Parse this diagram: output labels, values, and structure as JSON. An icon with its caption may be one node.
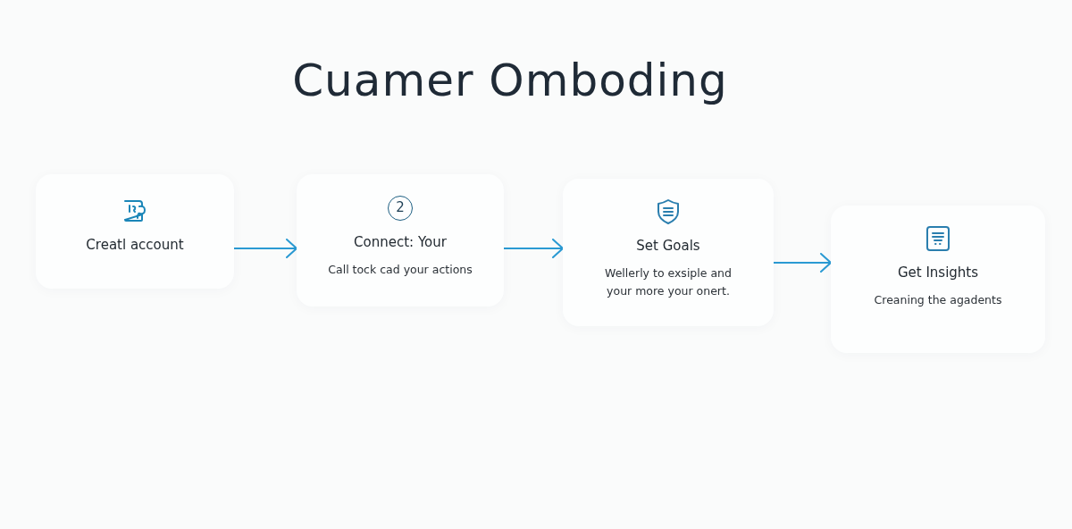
{
  "diagram": {
    "title": "Cuamer Omboding",
    "nodes": [
      {
        "text": [
          "Creatl account"
        ]
      },
      {
        "text": [
          "2",
          "Connect: Your",
          "Call tock cad your actions"
        ]
      },
      {
        "text": [
          "Set Goals",
          "Wellerly to exsiple and your more your onert."
        ]
      },
      {
        "text": [
          "Get Insights",
          "Creaning the agadents"
        ]
      }
    ],
    "edges": [
      {
        "from": 0,
        "to": 1,
        "arrow": "to"
      },
      {
        "from": 1,
        "to": 2,
        "arrow": "to"
      },
      {
        "from": 2,
        "to": 3,
        "arrow": "to"
      }
    ]
  }
}
